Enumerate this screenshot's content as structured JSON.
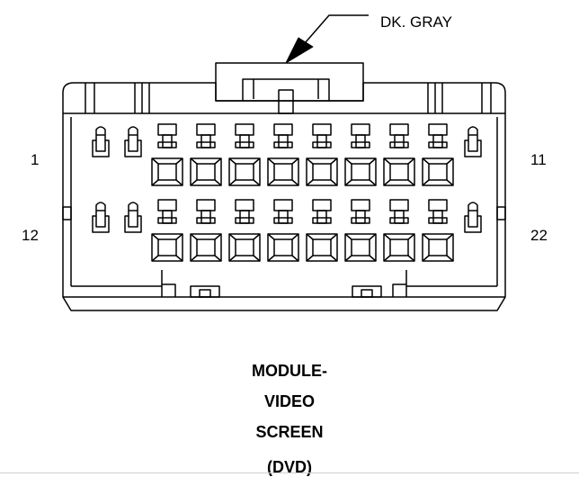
{
  "color_label": "DK. GRAY",
  "pin_labels": {
    "top_left": "1",
    "top_right": "11",
    "bottom_left": "12",
    "bottom_right": "22"
  },
  "title_lines": [
    "MODULE-",
    "VIDEO",
    "SCREEN",
    "(DVD)"
  ],
  "pin_rows": 2,
  "pins_per_row": 11,
  "colors": {
    "stroke": "#000000",
    "background": "#ffffff"
  }
}
